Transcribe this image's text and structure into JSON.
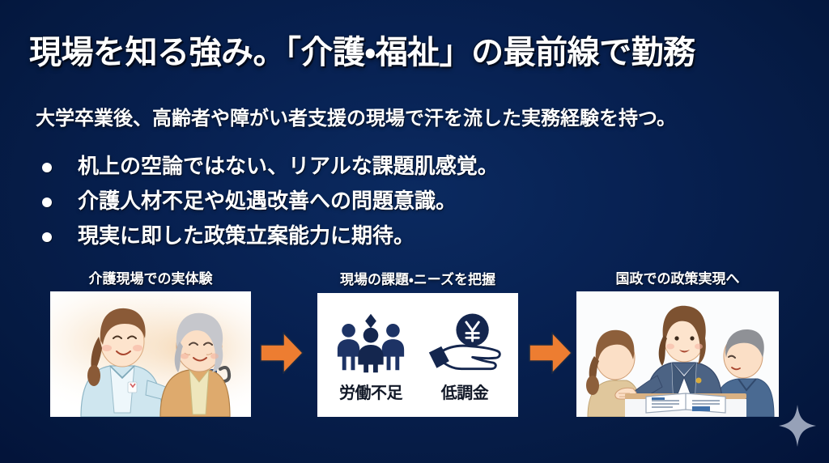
{
  "slide": {
    "background_color": "#072050",
    "accent_color": "#ED7D31",
    "text_color": "#FFFFFF",
    "headline": "現場を知る強み。「介護・福祉」の最前線で勤務",
    "subheading": "大学卒業後、高齢者や障がい者支援の現場で汗を流した実務経験を持つ。",
    "bullets": [
      {
        "text": "机上の空論ではない、リアルな課題肌感覚。"
      },
      {
        "text": "介護人材不足や処遇改善への問題意識。"
      },
      {
        "text": "現実に即した政策立案能力に期待。"
      }
    ],
    "panels": [
      {
        "caption": "介護現場での実体験",
        "illustration": "caregiver-with-elderly-woman-in-wheelchair"
      },
      {
        "caption": "現場の課題・ニーズを把握",
        "items": [
          {
            "label": "労働不足",
            "icon": "three-people-icon"
          },
          {
            "label": "低調金",
            "icon": "hand-holding-yen-coin-icon"
          }
        ]
      },
      {
        "caption": "国政での政策実現へ",
        "illustration": "woman-in-suit-presenting-documents-to-two-people"
      }
    ],
    "arrows": [
      {
        "name": "flow-arrow-1",
        "direction": "right",
        "color": "#ED7D31"
      },
      {
        "name": "flow-arrow-2",
        "direction": "right",
        "color": "#ED7D31"
      }
    ],
    "decoration": {
      "sparkle": "four-point-sparkle",
      "color": "#96A1B8"
    }
  }
}
